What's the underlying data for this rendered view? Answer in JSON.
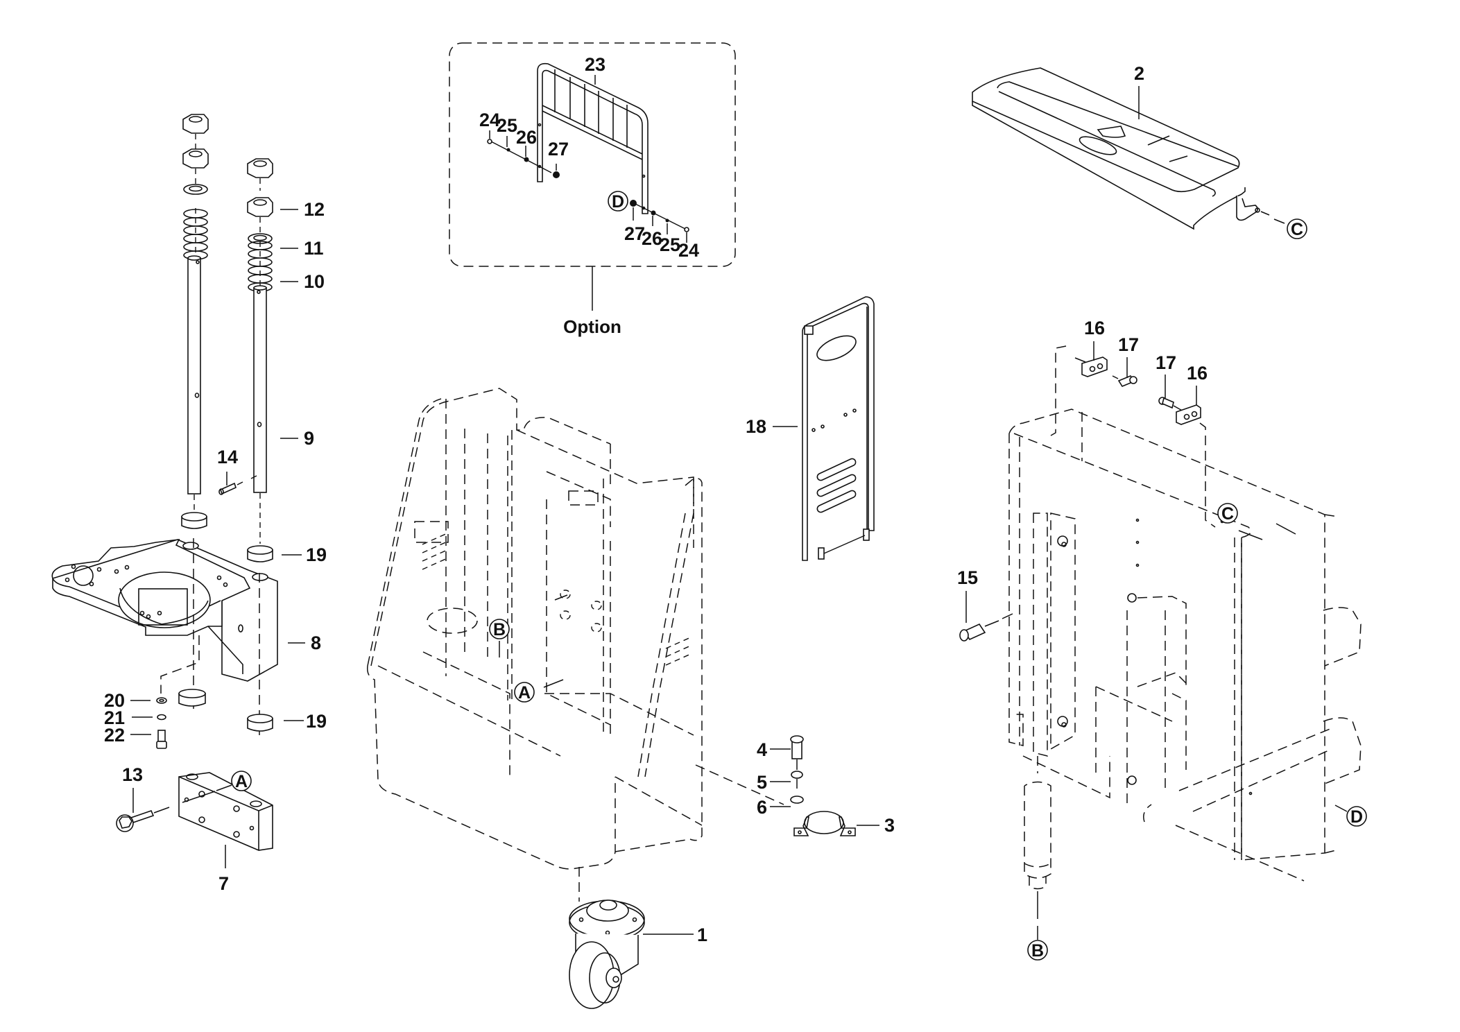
{
  "diagram": {
    "type": "exploded parts diagram",
    "line_color": "#111111",
    "background": "#ffffff",
    "option_group": {
      "caption": "Option",
      "parts": [
        "23",
        "24",
        "25",
        "26",
        "27"
      ]
    },
    "callouts": [
      {
        "id": "c1",
        "text": "1",
        "part": "caster wheel"
      },
      {
        "id": "c2",
        "text": "2",
        "part": "top cover"
      },
      {
        "id": "c3",
        "text": "3",
        "part": "clamp bracket"
      },
      {
        "id": "c4",
        "text": "4",
        "part": "socket head bolt"
      },
      {
        "id": "c5",
        "text": "5",
        "part": "spring washer"
      },
      {
        "id": "c6",
        "text": "6",
        "part": "flat washer"
      },
      {
        "id": "c7",
        "text": "7",
        "part": "mounting block"
      },
      {
        "id": "c8",
        "text": "8",
        "part": "caster bracket"
      },
      {
        "id": "c9",
        "text": "9",
        "part": "shaft"
      },
      {
        "id": "c10",
        "text": "10",
        "part": "spring"
      },
      {
        "id": "c11",
        "text": "11",
        "part": "washer"
      },
      {
        "id": "c12",
        "text": "12",
        "part": "nut"
      },
      {
        "id": "c13",
        "text": "13",
        "part": "flange bolt"
      },
      {
        "id": "c14",
        "text": "14",
        "part": "pin"
      },
      {
        "id": "c15",
        "text": "15",
        "part": "knob"
      },
      {
        "id": "c16a",
        "text": "16",
        "part": "hinge block"
      },
      {
        "id": "c16b",
        "text": "16",
        "part": "hinge block"
      },
      {
        "id": "c17a",
        "text": "17",
        "part": "hinge pin"
      },
      {
        "id": "c17b",
        "text": "17",
        "part": "hinge pin"
      },
      {
        "id": "c18",
        "text": "18",
        "part": "side panel"
      },
      {
        "id": "c19a",
        "text": "19",
        "part": "bushing"
      },
      {
        "id": "c19b",
        "text": "19",
        "part": "bushing"
      },
      {
        "id": "c20",
        "text": "20",
        "part": "washer"
      },
      {
        "id": "c21",
        "text": "21",
        "part": "lock washer"
      },
      {
        "id": "c22",
        "text": "22",
        "part": "screw"
      },
      {
        "id": "c23",
        "text": "23",
        "part": "guard rail"
      },
      {
        "id": "c24a",
        "text": "24",
        "part": "screw"
      },
      {
        "id": "c25a",
        "text": "25",
        "part": "washer"
      },
      {
        "id": "c26a",
        "text": "26",
        "part": "washer"
      },
      {
        "id": "c27a",
        "text": "27",
        "part": "nut"
      },
      {
        "id": "c24b",
        "text": "24",
        "part": "screw"
      },
      {
        "id": "c25b",
        "text": "25",
        "part": "washer"
      },
      {
        "id": "c26b",
        "text": "26",
        "part": "washer"
      },
      {
        "id": "c27b",
        "text": "27",
        "part": "nut"
      }
    ],
    "reference_markers": [
      {
        "id": "refA1",
        "text": "A"
      },
      {
        "id": "refA2",
        "text": "A"
      },
      {
        "id": "refB1",
        "text": "B"
      },
      {
        "id": "refB2",
        "text": "B"
      },
      {
        "id": "refC1",
        "text": "C"
      },
      {
        "id": "refC2",
        "text": "C"
      },
      {
        "id": "refD1",
        "text": "D"
      },
      {
        "id": "refD2",
        "text": "D"
      }
    ]
  }
}
